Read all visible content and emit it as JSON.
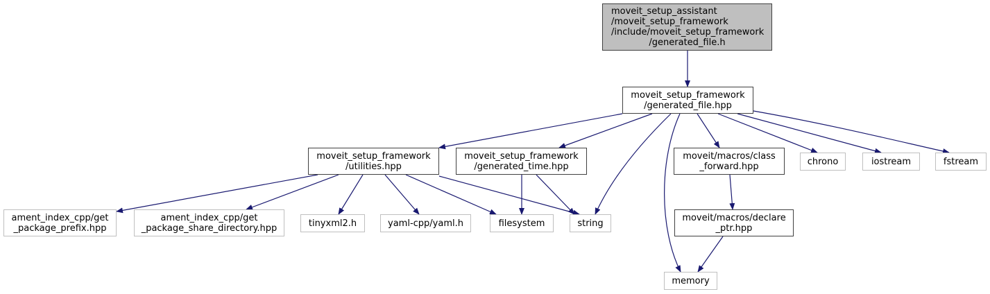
{
  "diagram": {
    "type": "include-dependency-graph",
    "edge_color": "#191970",
    "nodes": [
      {
        "id": "root",
        "kind": "root",
        "lines": [
          "moveit_setup_assistant",
          "/moveit_setup_framework",
          "/include/moveit_setup_framework",
          "/generated_file.h"
        ]
      },
      {
        "id": "generated_file_hpp",
        "kind": "local",
        "lines": [
          "moveit_setup_framework",
          "/generated_file.hpp"
        ]
      },
      {
        "id": "utilities_hpp",
        "kind": "local",
        "lines": [
          "moveit_setup_framework",
          "/utilities.hpp"
        ]
      },
      {
        "id": "generated_time_hpp",
        "kind": "local",
        "lines": [
          "moveit_setup_framework",
          "/generated_time.hpp"
        ]
      },
      {
        "id": "class_forward_hpp",
        "kind": "local",
        "lines": [
          "moveit/macros/class",
          "_forward.hpp"
        ]
      },
      {
        "id": "chrono",
        "kind": "ext",
        "lines": [
          "chrono"
        ]
      },
      {
        "id": "iostream",
        "kind": "ext",
        "lines": [
          "iostream"
        ]
      },
      {
        "id": "fstream",
        "kind": "ext",
        "lines": [
          "fstream"
        ]
      },
      {
        "id": "get_package_prefix",
        "kind": "ext",
        "lines": [
          "ament_index_cpp/get",
          "_package_prefix.hpp"
        ]
      },
      {
        "id": "get_package_share_directory",
        "kind": "ext",
        "lines": [
          "ament_index_cpp/get",
          "_package_share_directory.hpp"
        ]
      },
      {
        "id": "tinyxml2",
        "kind": "ext",
        "lines": [
          "tinyxml2.h"
        ]
      },
      {
        "id": "yaml_cpp",
        "kind": "ext",
        "lines": [
          "yaml-cpp/yaml.h"
        ]
      },
      {
        "id": "filesystem",
        "kind": "ext",
        "lines": [
          "filesystem"
        ]
      },
      {
        "id": "string",
        "kind": "ext",
        "lines": [
          "string"
        ]
      },
      {
        "id": "declare_ptr_hpp",
        "kind": "local",
        "lines": [
          "moveit/macros/declare",
          "_ptr.hpp"
        ]
      },
      {
        "id": "memory",
        "kind": "ext",
        "lines": [
          "memory"
        ]
      }
    ],
    "edges": [
      {
        "from": "root",
        "to": "generated_file_hpp"
      },
      {
        "from": "generated_file_hpp",
        "to": "utilities_hpp"
      },
      {
        "from": "generated_file_hpp",
        "to": "generated_time_hpp"
      },
      {
        "from": "generated_file_hpp",
        "to": "string"
      },
      {
        "from": "generated_file_hpp",
        "to": "memory"
      },
      {
        "from": "generated_file_hpp",
        "to": "class_forward_hpp"
      },
      {
        "from": "generated_file_hpp",
        "to": "chrono"
      },
      {
        "from": "generated_file_hpp",
        "to": "iostream"
      },
      {
        "from": "generated_file_hpp",
        "to": "fstream"
      },
      {
        "from": "utilities_hpp",
        "to": "get_package_prefix"
      },
      {
        "from": "utilities_hpp",
        "to": "get_package_share_directory"
      },
      {
        "from": "utilities_hpp",
        "to": "tinyxml2"
      },
      {
        "from": "utilities_hpp",
        "to": "yaml_cpp"
      },
      {
        "from": "utilities_hpp",
        "to": "filesystem"
      },
      {
        "from": "utilities_hpp",
        "to": "string"
      },
      {
        "from": "generated_time_hpp",
        "to": "filesystem"
      },
      {
        "from": "generated_time_hpp",
        "to": "string"
      },
      {
        "from": "class_forward_hpp",
        "to": "declare_ptr_hpp"
      },
      {
        "from": "declare_ptr_hpp",
        "to": "memory"
      }
    ]
  }
}
